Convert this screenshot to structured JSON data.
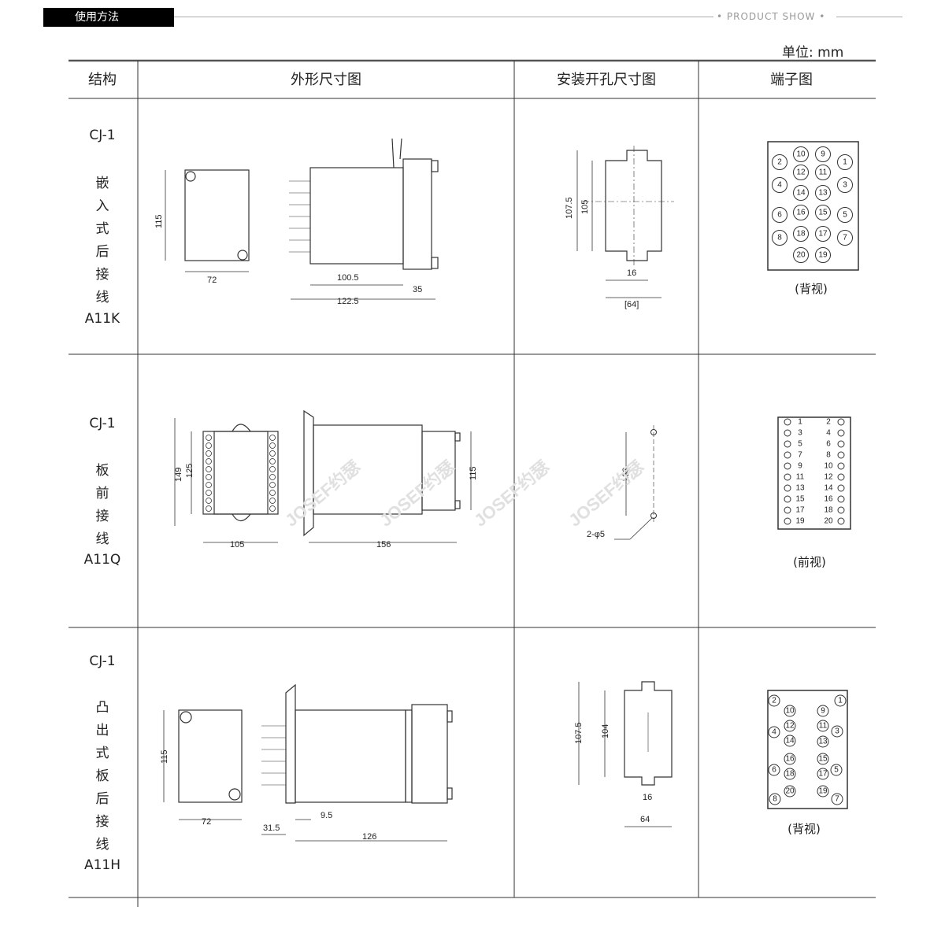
{
  "banner": {
    "title": "使用方法",
    "subtitle": "PRODUCT SHOW"
  },
  "unit": "单位: mm",
  "columns": [
    "结构",
    "外形尺寸图",
    "安装开孔尺寸图",
    "端子图"
  ],
  "watermark": "JOSEF约瑟",
  "rows": [
    {
      "model": "CJ-1",
      "type": [
        "嵌",
        "入",
        "式",
        "后",
        "接",
        "线"
      ],
      "code": "A11K",
      "dims": {
        "h": "115",
        "w": "72",
        "body": "100.5",
        "total": "122.5",
        "rear": "35",
        "cut_h1": "107.5",
        "cut_h2": "105",
        "cut_w": "16",
        "cut_w2": "[64]"
      },
      "view": "(背视)"
    },
    {
      "model": "CJ-1",
      "type": [
        "板",
        "前",
        "接",
        "线"
      ],
      "code": "A11Q",
      "dims": {
        "h1": "149",
        "h2": "125",
        "w": "105",
        "len": "156",
        "h3": "115",
        "hole_pitch": "133",
        "hole": "2-φ5"
      },
      "terminals_left": [
        "1",
        "3",
        "5",
        "7",
        "9",
        "11",
        "13",
        "15",
        "17",
        "19"
      ],
      "terminals_right": [
        "2",
        "4",
        "6",
        "8",
        "10",
        "12",
        "14",
        "16",
        "18",
        "20"
      ],
      "view": "(前视)"
    },
    {
      "model": "CJ-1",
      "type": [
        "凸",
        "出",
        "式",
        "板",
        "后",
        "接",
        "线"
      ],
      "code": "A11H",
      "dims": {
        "h": "115",
        "w": "72",
        "a": "9.5",
        "b": "31.5",
        "len": "126",
        "cut_h1": "107.5",
        "cut_h2": "104",
        "cut_w": "16",
        "cut_w2": "64"
      },
      "view": "(背视)"
    }
  ],
  "terminals_a": [
    "2",
    "10",
    "9",
    "1",
    "12",
    "11",
    "4",
    "3",
    "14",
    "13",
    "6",
    "16",
    "15",
    "5",
    "8",
    "18",
    "17",
    "7",
    "20",
    "19"
  ]
}
